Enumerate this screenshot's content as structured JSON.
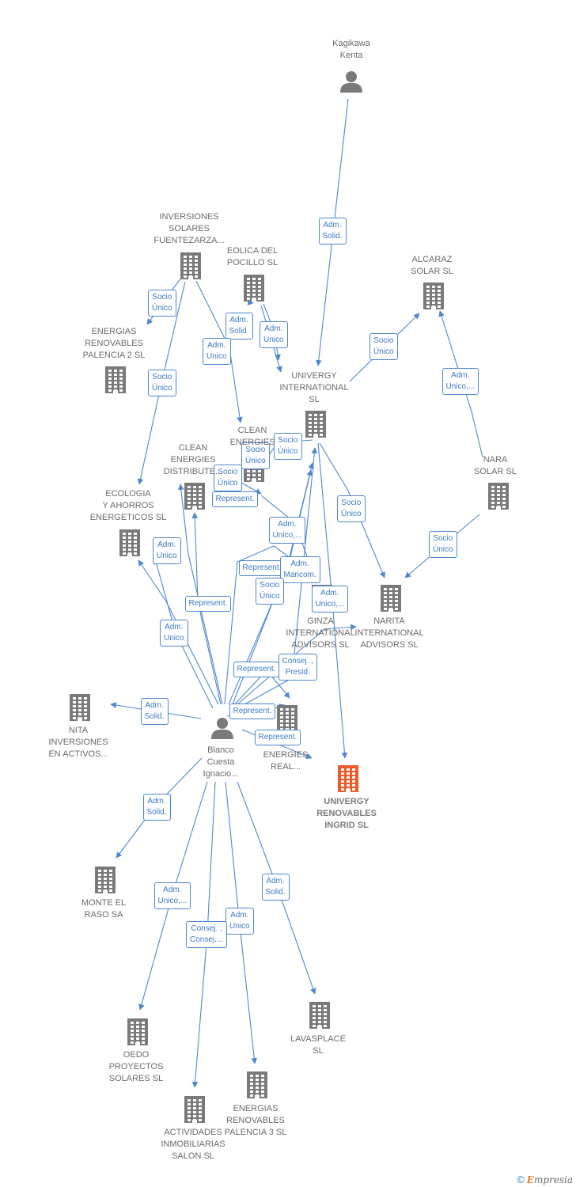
{
  "nodes": [
    {
      "id": "kagikawa",
      "label": "Kagikawa\nKenta",
      "kind": "person"
    },
    {
      "id": "inv_solares",
      "label": "INVERSIONES\nSOLARES\nFUENTEZARZA...",
      "kind": "company"
    },
    {
      "id": "eolica",
      "label": "EOLICA DEL\nPOCILLO SL",
      "kind": "company"
    },
    {
      "id": "alcaraz",
      "label": "ALCARAZ\nSOLAR SL",
      "kind": "company"
    },
    {
      "id": "energias_p2",
      "label": "ENERGIAS\nRENOVABLES\nPALENCIA 2 SL",
      "kind": "company"
    },
    {
      "id": "univergy_int",
      "label": "UNIVERGY\nINTERNATIONAL\nSL",
      "kind": "company"
    },
    {
      "id": "clean_dist",
      "label": "CLEAN\nENERGIES\nDISTRIBUTE...",
      "kind": "company"
    },
    {
      "id": "clean_energies",
      "label": "CLEAN\nENERGIES",
      "kind": "company"
    },
    {
      "id": "nara",
      "label": "NARA\nSOLAR  SL",
      "kind": "company"
    },
    {
      "id": "ecologia",
      "label": "ECOLOGIA\nY AHORROS\nENERGETICOS SL",
      "kind": "company"
    },
    {
      "id": "narita",
      "label": "NARITA\nINTERNATIONAL\nADVISORS  SL",
      "kind": "company"
    },
    {
      "id": "ginza",
      "label": "GINZA\nINTERNATIONAL\nADVISORS  SL",
      "kind": "company"
    },
    {
      "id": "nita",
      "label": "NITA\nINVERSIONES\nEN ACTIVOS...",
      "kind": "company"
    },
    {
      "id": "blanco",
      "label": "Blanco\nCuesta\nIgnacio...",
      "kind": "person"
    },
    {
      "id": "energies_real",
      "label": "ENERGIES\nREAL...",
      "kind": "company"
    },
    {
      "id": "univergy_ingrid",
      "label": "UNIVERGY\nRENOVABLES\nINGRID  SL",
      "kind": "focus"
    },
    {
      "id": "monte",
      "label": "MONTE EL\nRASO SA",
      "kind": "company"
    },
    {
      "id": "lavasplace",
      "label": "LAVASPLACE\nSL",
      "kind": "company"
    },
    {
      "id": "oedo",
      "label": "OEDO\nPROYECTOS\nSOLARES  SL",
      "kind": "company"
    },
    {
      "id": "energias_p3",
      "label": "ENERGIAS\nRENOVABLES\nPALENCIA 3 SL",
      "kind": "company"
    },
    {
      "id": "actividades",
      "label": "ACTIVIDADES\nINMOBILIARIAS\nSALON SL",
      "kind": "company"
    }
  ],
  "edges": [
    {
      "label": "Adm.\nSolid."
    },
    {
      "label": "Socio\nÚnico"
    },
    {
      "label": "Adm.\nSolid."
    },
    {
      "label": "Adm.\nUnico"
    },
    {
      "label": "Adm.\nUnico"
    },
    {
      "label": "Socio\nÚnico"
    },
    {
      "label": "Socio\nÚnico"
    },
    {
      "label": "Adm.\nUnico,..."
    },
    {
      "label": "Socio\nÚnico"
    },
    {
      "label": "Socio\nÚnico"
    },
    {
      "label": "Socio\nÚnico"
    },
    {
      "label": "Socio\nÚnico"
    },
    {
      "label": "Represent."
    },
    {
      "label": "Adm.\nUnico,..."
    },
    {
      "label": "Socio\nÚnico"
    },
    {
      "label": "Adm.\nUnico"
    },
    {
      "label": "Represent."
    },
    {
      "label": "Represent."
    },
    {
      "label": "Adm.\nMancom."
    },
    {
      "label": "Adm.\nUnico"
    },
    {
      "label": "Socio\nÚnico"
    },
    {
      "label": "Adm.\nUnico,..."
    },
    {
      "label": "Represent."
    },
    {
      "label": "Consej. ,\nPresid."
    },
    {
      "label": "Represent."
    },
    {
      "label": "Represent."
    },
    {
      "label": "Adm.\nSolid."
    },
    {
      "label": "Adm.\nSolid."
    },
    {
      "label": "Adm.\nUnico,..."
    },
    {
      "label": "Adm.\nSolid."
    },
    {
      "label": "Adm.\nUnico"
    },
    {
      "label": "Consej. ,\nConsej...."
    }
  ],
  "footer": {
    "copyright": "©",
    "brand_first": "E",
    "brand_rest": "mpresia"
  },
  "colors": {
    "edge": "#4f87cf",
    "node": "#7a7a7a",
    "focus": "#f05a28",
    "label": "#6b6b6b"
  }
}
